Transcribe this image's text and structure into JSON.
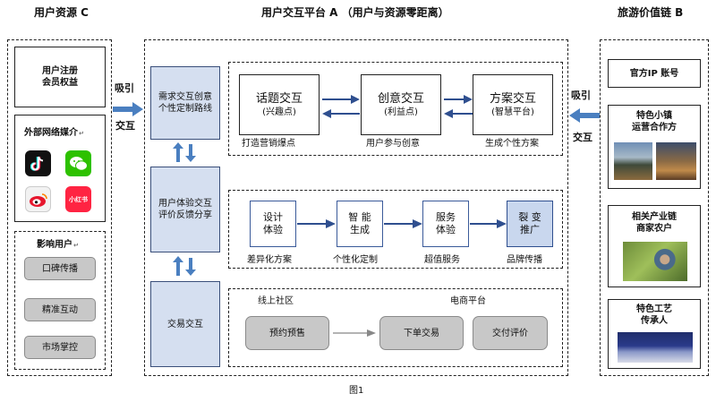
{
  "headers": {
    "left": "用户资源 C",
    "center": "用户交互平台 A （用户与资源零距离）",
    "right": "旅游价值链 B"
  },
  "left": {
    "register": "用户注册\n会员权益",
    "media_title": "外部网络媒介",
    "media_apps": [
      "TikTok",
      "WeChat",
      "Weibo",
      "小红书"
    ],
    "influence_title": "影响用户",
    "influence_items": [
      "口碑传播",
      "精准互动",
      "市场掌控"
    ],
    "attract": "吸引",
    "interact": "交互"
  },
  "right": {
    "attract": "吸引",
    "interact": "交互",
    "items": [
      {
        "label": "官方IP 账号"
      },
      {
        "label": "特色小镇\n运营合作方"
      },
      {
        "label": "相关产业链\n商家农户"
      },
      {
        "label": "特色工艺\n传承人"
      }
    ]
  },
  "center": {
    "stage1": "需求交互创意\n个性定制路线",
    "stage2": "用户体验交互\n评价反馈分享",
    "stage3": "交易交互",
    "row1": [
      {
        "title": "话题交互",
        "sub": "(兴趣点)",
        "caption": "打造营销爆点"
      },
      {
        "title": "创意交互",
        "sub": "(利益点)",
        "caption": "用户参与创意"
      },
      {
        "title": "方案交互",
        "sub": "(智慧平台)",
        "caption": "生成个性方案"
      }
    ],
    "row2": [
      {
        "title": "设计\n体验",
        "caption": "差异化方案"
      },
      {
        "title": "智 能\n生成",
        "caption": "个性化定制"
      },
      {
        "title": "服务\n体验",
        "caption": "超值服务"
      },
      {
        "title": "裂 变\n推广",
        "caption": "品牌传播"
      }
    ],
    "row3": {
      "online_community": "线上社区",
      "ecommerce": "电商平台",
      "presale": "预约预售",
      "order": "下单交易",
      "review": "交付评价"
    }
  },
  "caption": "图1"
}
